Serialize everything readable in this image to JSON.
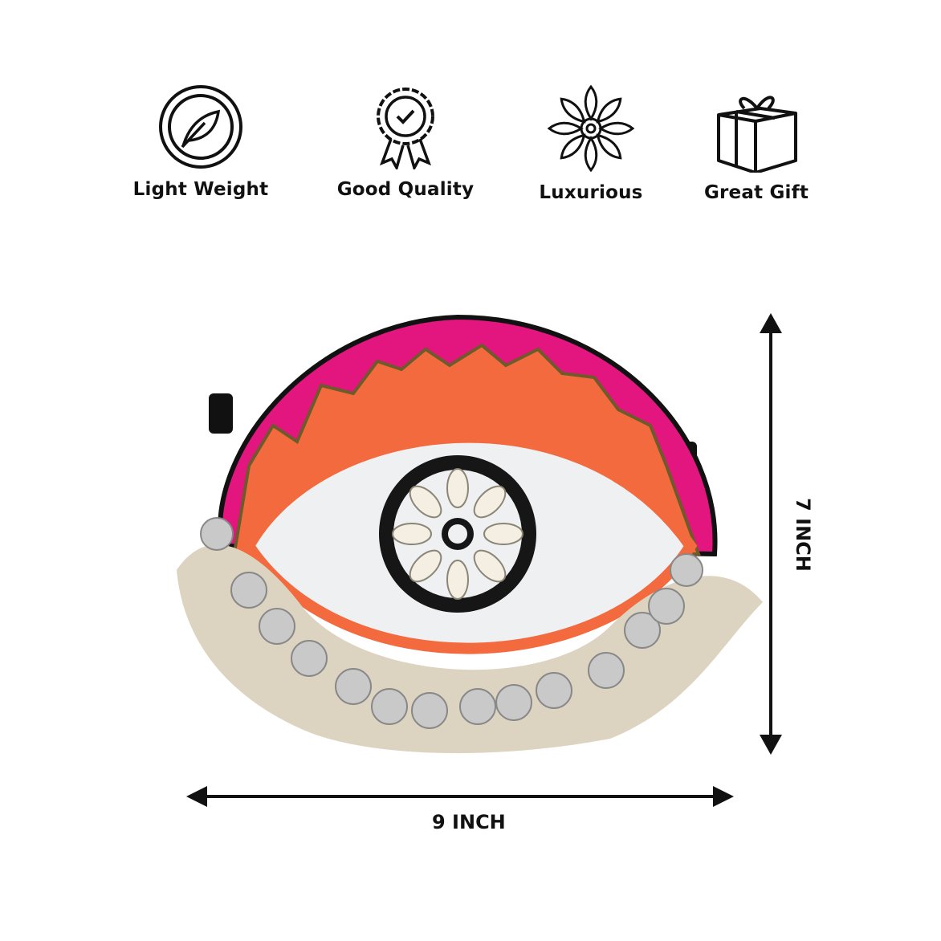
{
  "features": [
    {
      "label": "Light Weight",
      "icon": "feather-icon"
    },
    {
      "label": "Good Quality",
      "icon": "quality-badge-icon"
    },
    {
      "label": "Luxurious",
      "icon": "flower-icon"
    },
    {
      "label": "Great Gift",
      "icon": "gift-box-icon"
    }
  ],
  "dimensions": {
    "width": "9 INCH",
    "height": "7 INCH"
  },
  "colors": {
    "pink": "#e3157f",
    "orange": "#f26a3d",
    "white_beads": "#eef0f2",
    "black": "#161616",
    "fringe": "#ddd3c1",
    "coin": "#c9c9c9"
  }
}
